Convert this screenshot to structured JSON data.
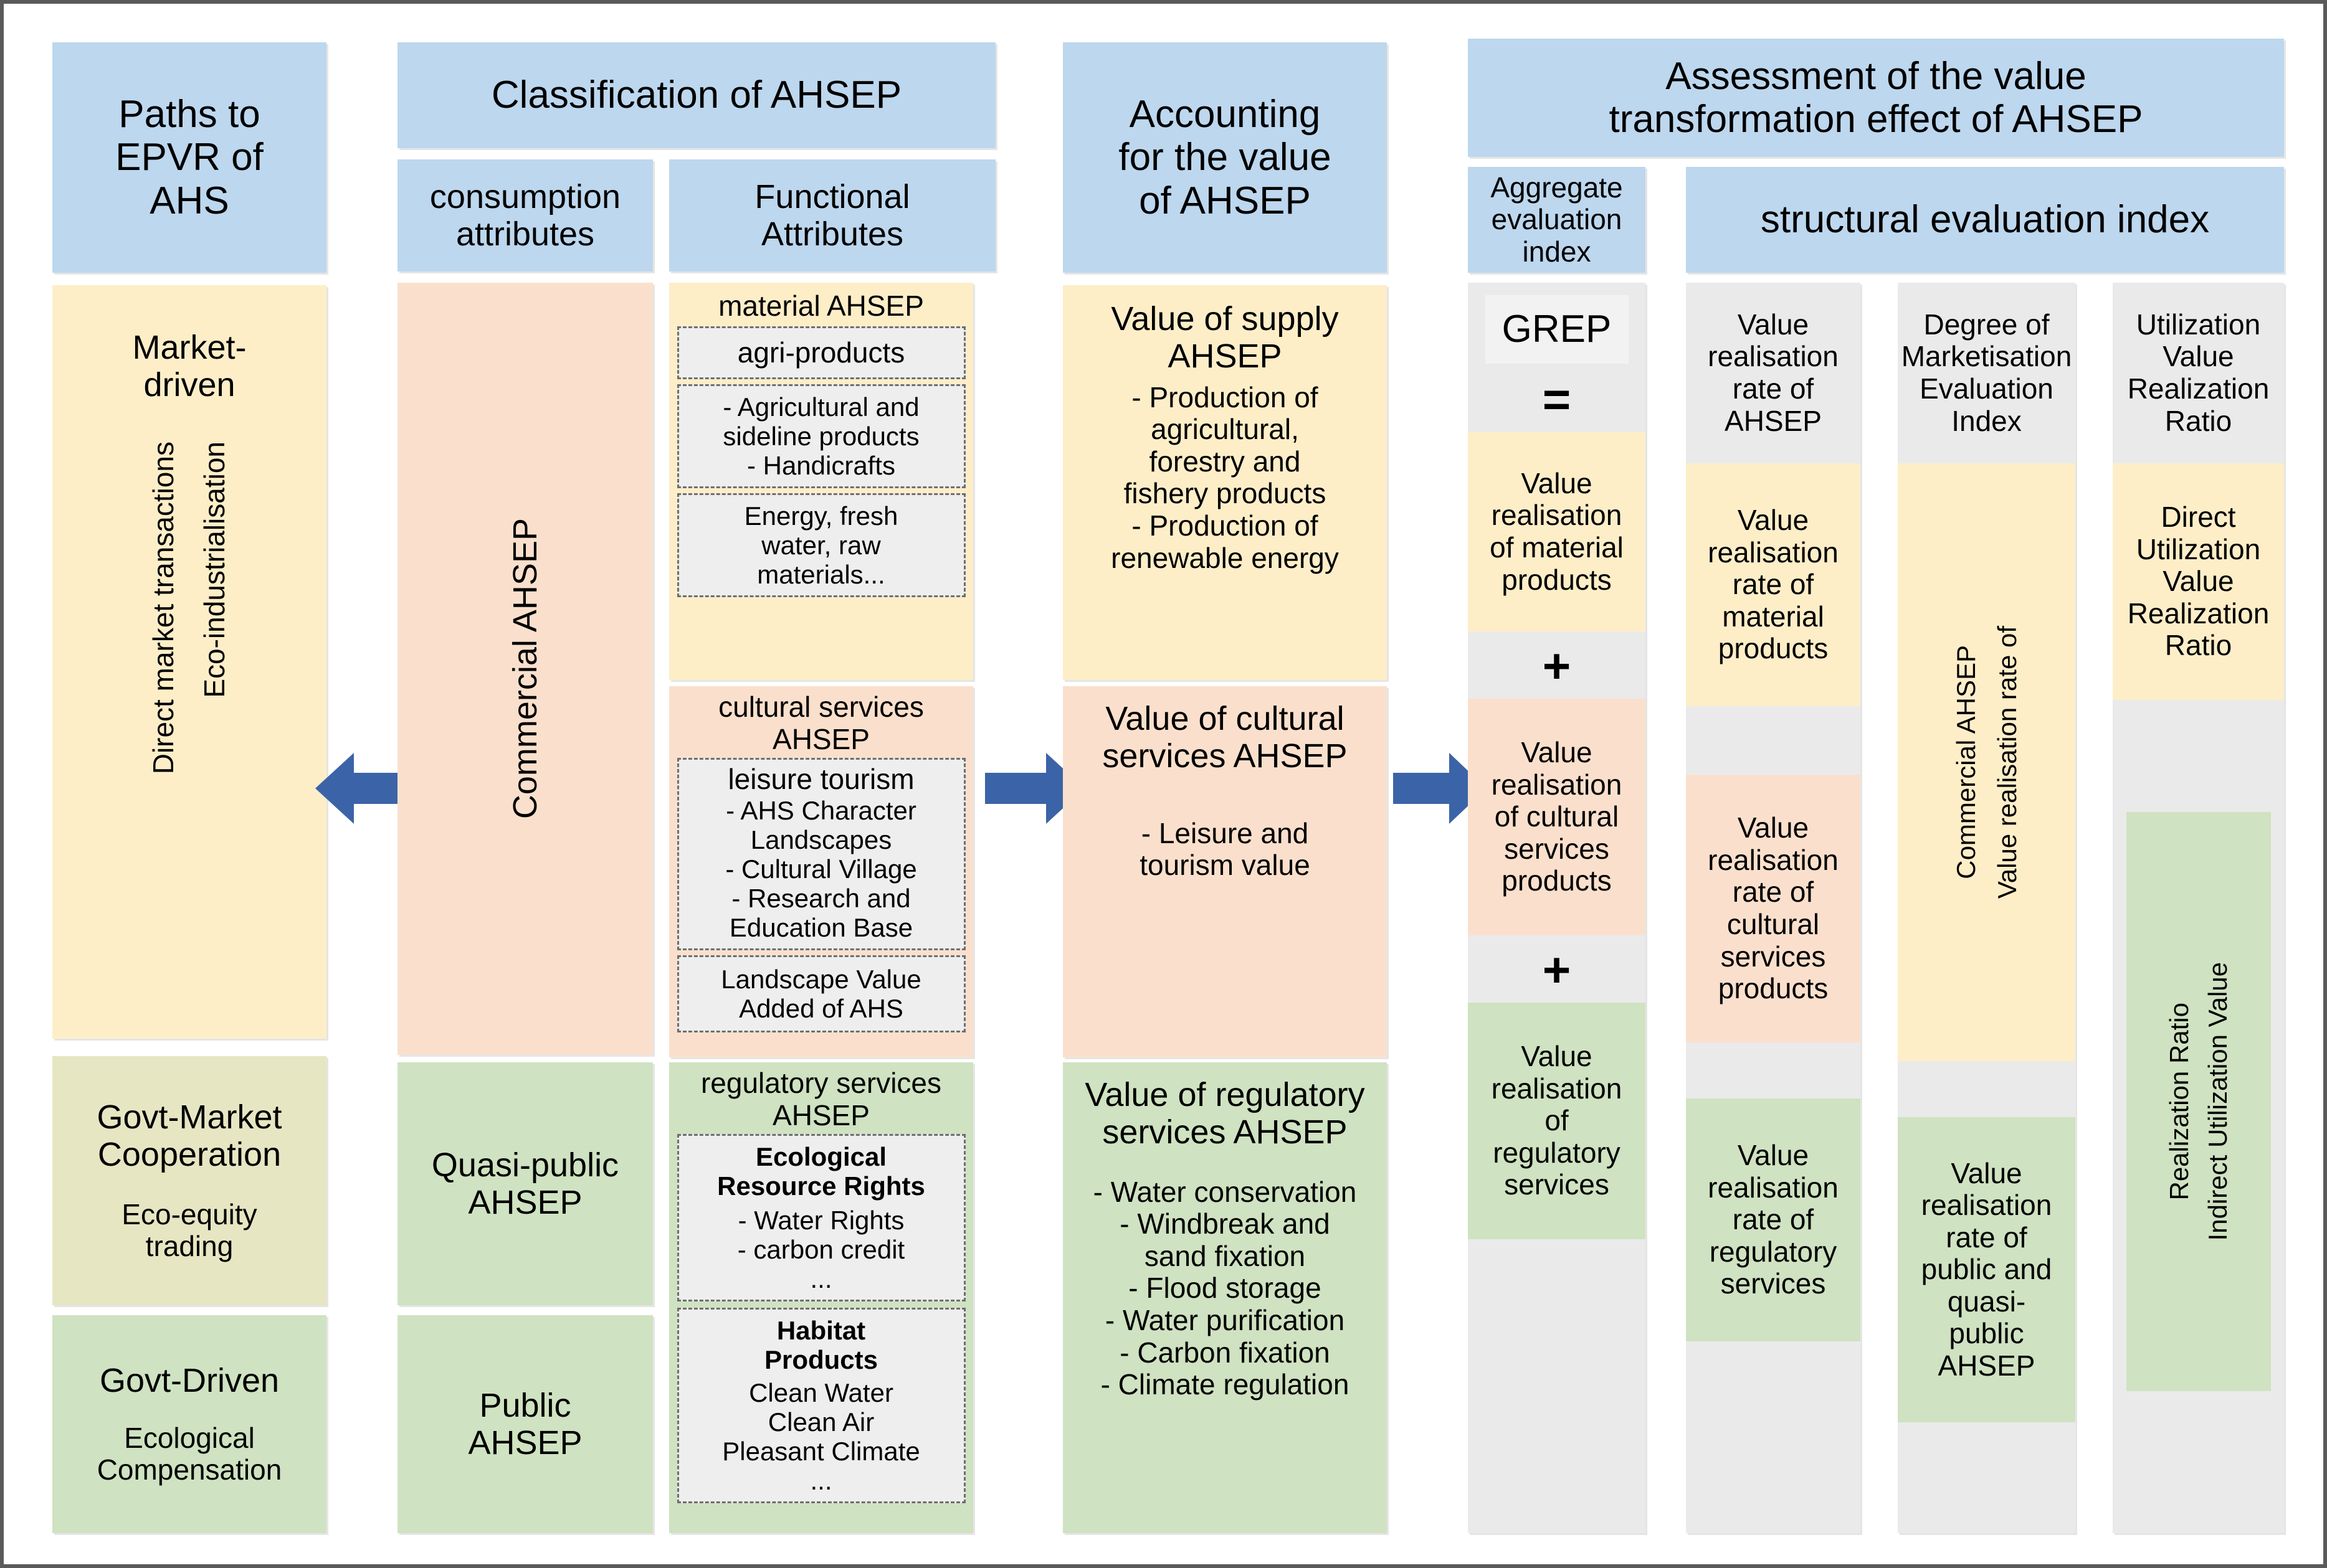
{
  "figure": {
    "title": "Paths to EPVR of AHS — classification, accounting and assessment framework of AHSEP",
    "colors": {
      "header_blue": "#bdd7ee",
      "material_cream": "#fdeec8",
      "cultural_peach": "#fae0cc",
      "regulatory_green": "#cfe2c1",
      "olive": "#e6e6c3",
      "neutral_grey": "#eaeaea",
      "arrow_blue": "#3b64a8"
    }
  },
  "col1": {
    "header": "Paths to\nEPVR of\nAHS",
    "header_lines": [
      "Paths to",
      "EPVR of",
      "AHS"
    ],
    "market": {
      "title": "Market-\ndriven",
      "title_lines": [
        "Market-",
        "driven"
      ],
      "vertical_labels": [
        "Eco-industrialisation",
        "Direct market transactions"
      ]
    },
    "govt_market": {
      "title_lines": [
        "Govt-Market",
        "Cooperation"
      ],
      "subtitle_lines": [
        "Eco-equity",
        "trading"
      ]
    },
    "govt_driven": {
      "title_lines": [
        "Govt-Driven"
      ],
      "subtitle_lines": [
        "Ecological",
        "Compensation"
      ]
    }
  },
  "col2": {
    "header": "Classification of AHSEP",
    "sub_headers": {
      "consumption": [
        "consumption",
        "attributes"
      ],
      "functional": [
        "Functional",
        "Attributes"
      ]
    },
    "consumption_items": [
      {
        "label": "Commercial AHSEP",
        "orientation": "vertical",
        "color": "peach"
      },
      {
        "label_lines": [
          "Quasi-public",
          "AHSEP"
        ],
        "orientation": "horizontal",
        "color": "green"
      },
      {
        "label_lines": [
          "Public",
          "AHSEP"
        ],
        "orientation": "horizontal",
        "color": "green"
      }
    ],
    "functional_groups": [
      {
        "title": "material  AHSEP",
        "color": "cream",
        "items": [
          {
            "lines": [
              "agri-products"
            ]
          },
          {
            "lines": [
              "- Agricultural and",
              "sideline products",
              "- Handicrafts"
            ]
          },
          {
            "lines": [
              "Energy, fresh",
              "water, raw",
              "materials..."
            ]
          }
        ]
      },
      {
        "title_lines": [
          "cultural services",
          "AHSEP"
        ],
        "color": "peach",
        "items": [
          {
            "lines": [
              "leisure tourism",
              "",
              "- AHS Character",
              "Landscapes",
              "- Cultural Village",
              "- Research and",
              "Education Base"
            ]
          },
          {
            "lines": [
              "Landscape Value",
              "Added of AHS"
            ]
          }
        ]
      },
      {
        "title_lines": [
          "regulatory services",
          "AHSEP"
        ],
        "color": "green",
        "items": [
          {
            "heading_lines": [
              "Ecological",
              "Resource Rights"
            ],
            "lines": [
              "- Water Rights",
              "- carbon credit",
              "..."
            ]
          },
          {
            "heading_lines": [
              "Habitat",
              "Products"
            ],
            "lines": [
              "Clean Water",
              "Clean Air",
              "Pleasant Climate",
              "..."
            ]
          }
        ]
      }
    ]
  },
  "col3": {
    "header_lines": [
      "Accounting",
      "for the value",
      "of AHSEP"
    ],
    "blocks": [
      {
        "color": "cream",
        "title_lines": [
          "Value of supply",
          "AHSEP"
        ],
        "body_lines": [
          "- Production of",
          "agricultural,",
          "forestry and",
          "fishery products",
          "- Production of",
          "renewable energy"
        ]
      },
      {
        "color": "peach",
        "title_lines": [
          "Value of cultural",
          "services AHSEP"
        ],
        "body_lines": [
          "- Leisure and",
          "tourism value"
        ]
      },
      {
        "color": "green",
        "title_lines": [
          "Value of regulatory",
          "services AHSEP"
        ],
        "body_lines": [
          "- Water conservation",
          "- Windbreak and",
          "sand fixation",
          "- Flood  storage",
          "- Water purification",
          "- Carbon fixation",
          "- Climate regulation"
        ]
      }
    ]
  },
  "col4": {
    "header_lines": [
      "Assessment of the value",
      "transformation effect of AHSEP"
    ],
    "sub_headers": {
      "aggregate": [
        "Aggregate",
        "evaluation",
        "index"
      ],
      "structural": "structural evaluation index"
    },
    "aggregate_column": {
      "top_label": "GREP",
      "equals_symbol": "=",
      "plus_symbol": "+",
      "items": [
        {
          "color": "cream",
          "lines": [
            "Value",
            "realisation",
            "of material",
            "products"
          ]
        },
        {
          "color": "peach",
          "lines": [
            "Value",
            "realisation",
            "of cultural",
            "services",
            "products"
          ]
        },
        {
          "color": "green",
          "lines": [
            "Value",
            "realisation",
            "of",
            "regulatory",
            "services"
          ]
        }
      ]
    },
    "structural_columns": [
      {
        "header_lines": [
          "Value",
          "realisation",
          "rate of",
          "AHSEP"
        ],
        "items": [
          {
            "color": "cream",
            "lines": [
              "Value",
              "realisation",
              "rate of",
              "material",
              "products"
            ],
            "orientation": "horizontal"
          },
          {
            "color": "peach",
            "lines": [
              "Value",
              "realisation",
              "rate of",
              "cultural",
              "services",
              "products"
            ],
            "orientation": "horizontal"
          },
          {
            "color": "green",
            "lines": [
              "Value",
              "realisation",
              "rate of",
              "regulatory",
              "services"
            ],
            "orientation": "horizontal"
          }
        ]
      },
      {
        "header_lines": [
          "Degree of",
          "Marketisation",
          "Evaluation",
          "Index"
        ],
        "items": [
          {
            "color": "cream",
            "label": "Value realisation rate of Commercial AHSEP",
            "orientation": "vertical",
            "vertical_lines": [
              "Value realisation rate of",
              "Commercial AHSEP"
            ]
          },
          {
            "color": "green",
            "lines": [
              "Value",
              "realisation",
              "rate of",
              "public and",
              "quasi-",
              "public",
              "AHSEP"
            ],
            "orientation": "horizontal"
          }
        ]
      },
      {
        "header_lines": [
          "Utilization",
          "Value",
          "Realization",
          "Ratio"
        ],
        "items": [
          {
            "color": "cream",
            "lines": [
              "Direct",
              "Utilization",
              "Value",
              "Realization",
              "Ratio"
            ],
            "orientation": "horizontal"
          },
          {
            "color": "green",
            "label": "Indirect Utilization Value Realization Ratio",
            "orientation": "vertical",
            "vertical_lines": [
              "Indirect Utilization Value",
              "Realization Ratio"
            ]
          }
        ]
      }
    ]
  },
  "arrows": [
    {
      "name": "arrow-col2-to-col1",
      "direction": "left"
    },
    {
      "name": "arrow-col2-to-col3",
      "direction": "right"
    },
    {
      "name": "arrow-col3-to-col4",
      "direction": "right"
    }
  ]
}
